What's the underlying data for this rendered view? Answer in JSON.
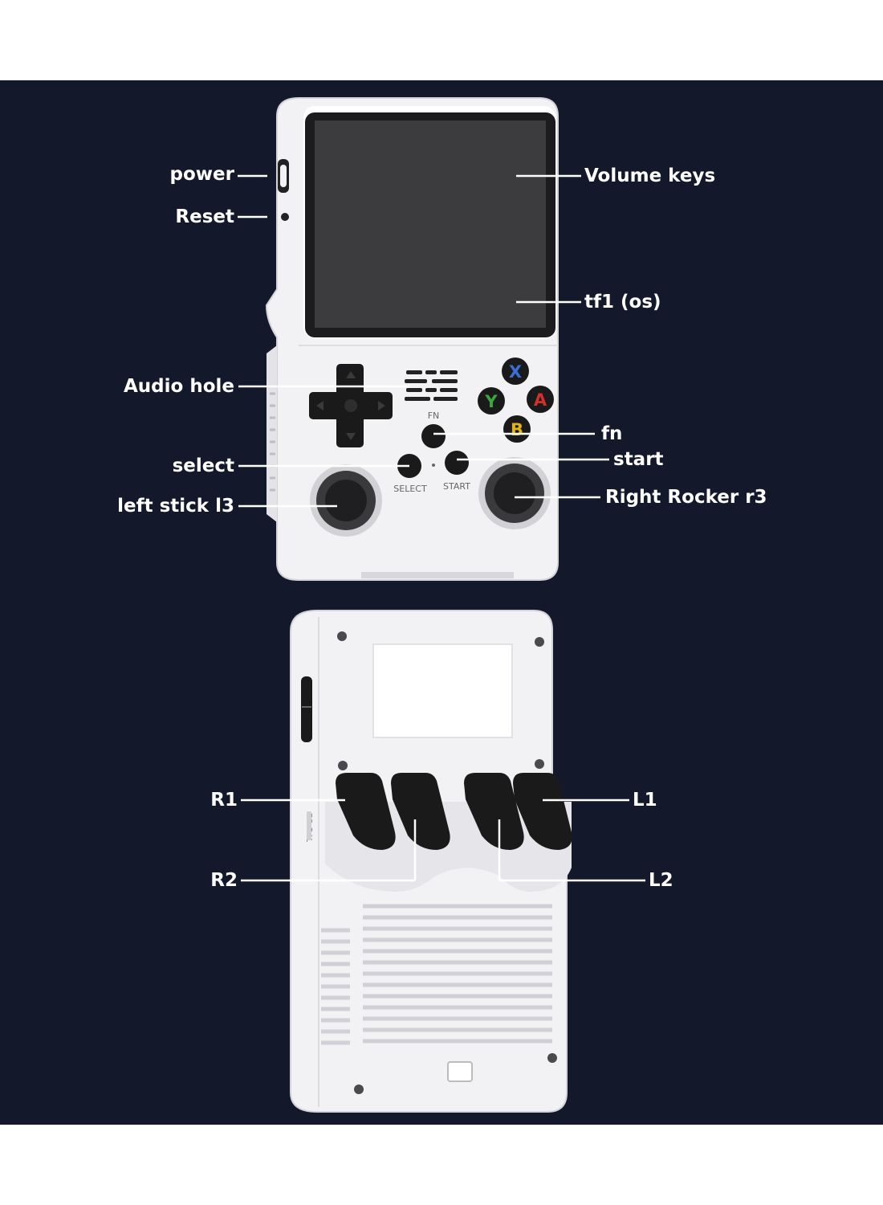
{
  "colors": {
    "background": "#14182b",
    "shell": "#f2f2f4",
    "screen": "#3c3c3e",
    "button_x": "#3b6fd8",
    "button_a": "#d0312d",
    "button_y": "#3aa63d",
    "button_b": "#e2b318"
  },
  "front": {
    "labels": {
      "power": "power",
      "reset": "Reset",
      "audio_hole": "Audio hole",
      "select": "select",
      "left_stick": "left stick l3",
      "volume_keys": "Volume keys",
      "tf1": "tf1 (os)",
      "fn": "fn",
      "start": "start",
      "right_rocker": "Right Rocker r3"
    },
    "face_buttons": {
      "x": "X",
      "y": "Y",
      "a": "A",
      "b": "B"
    },
    "printed": {
      "fn": "FN",
      "select": "SELECT",
      "start": "START"
    }
  },
  "back": {
    "labels": {
      "r1": "R1",
      "r2": "R2",
      "l1": "L1",
      "l2": "L2"
    },
    "printed": {
      "slot": "TF1-OS"
    }
  }
}
